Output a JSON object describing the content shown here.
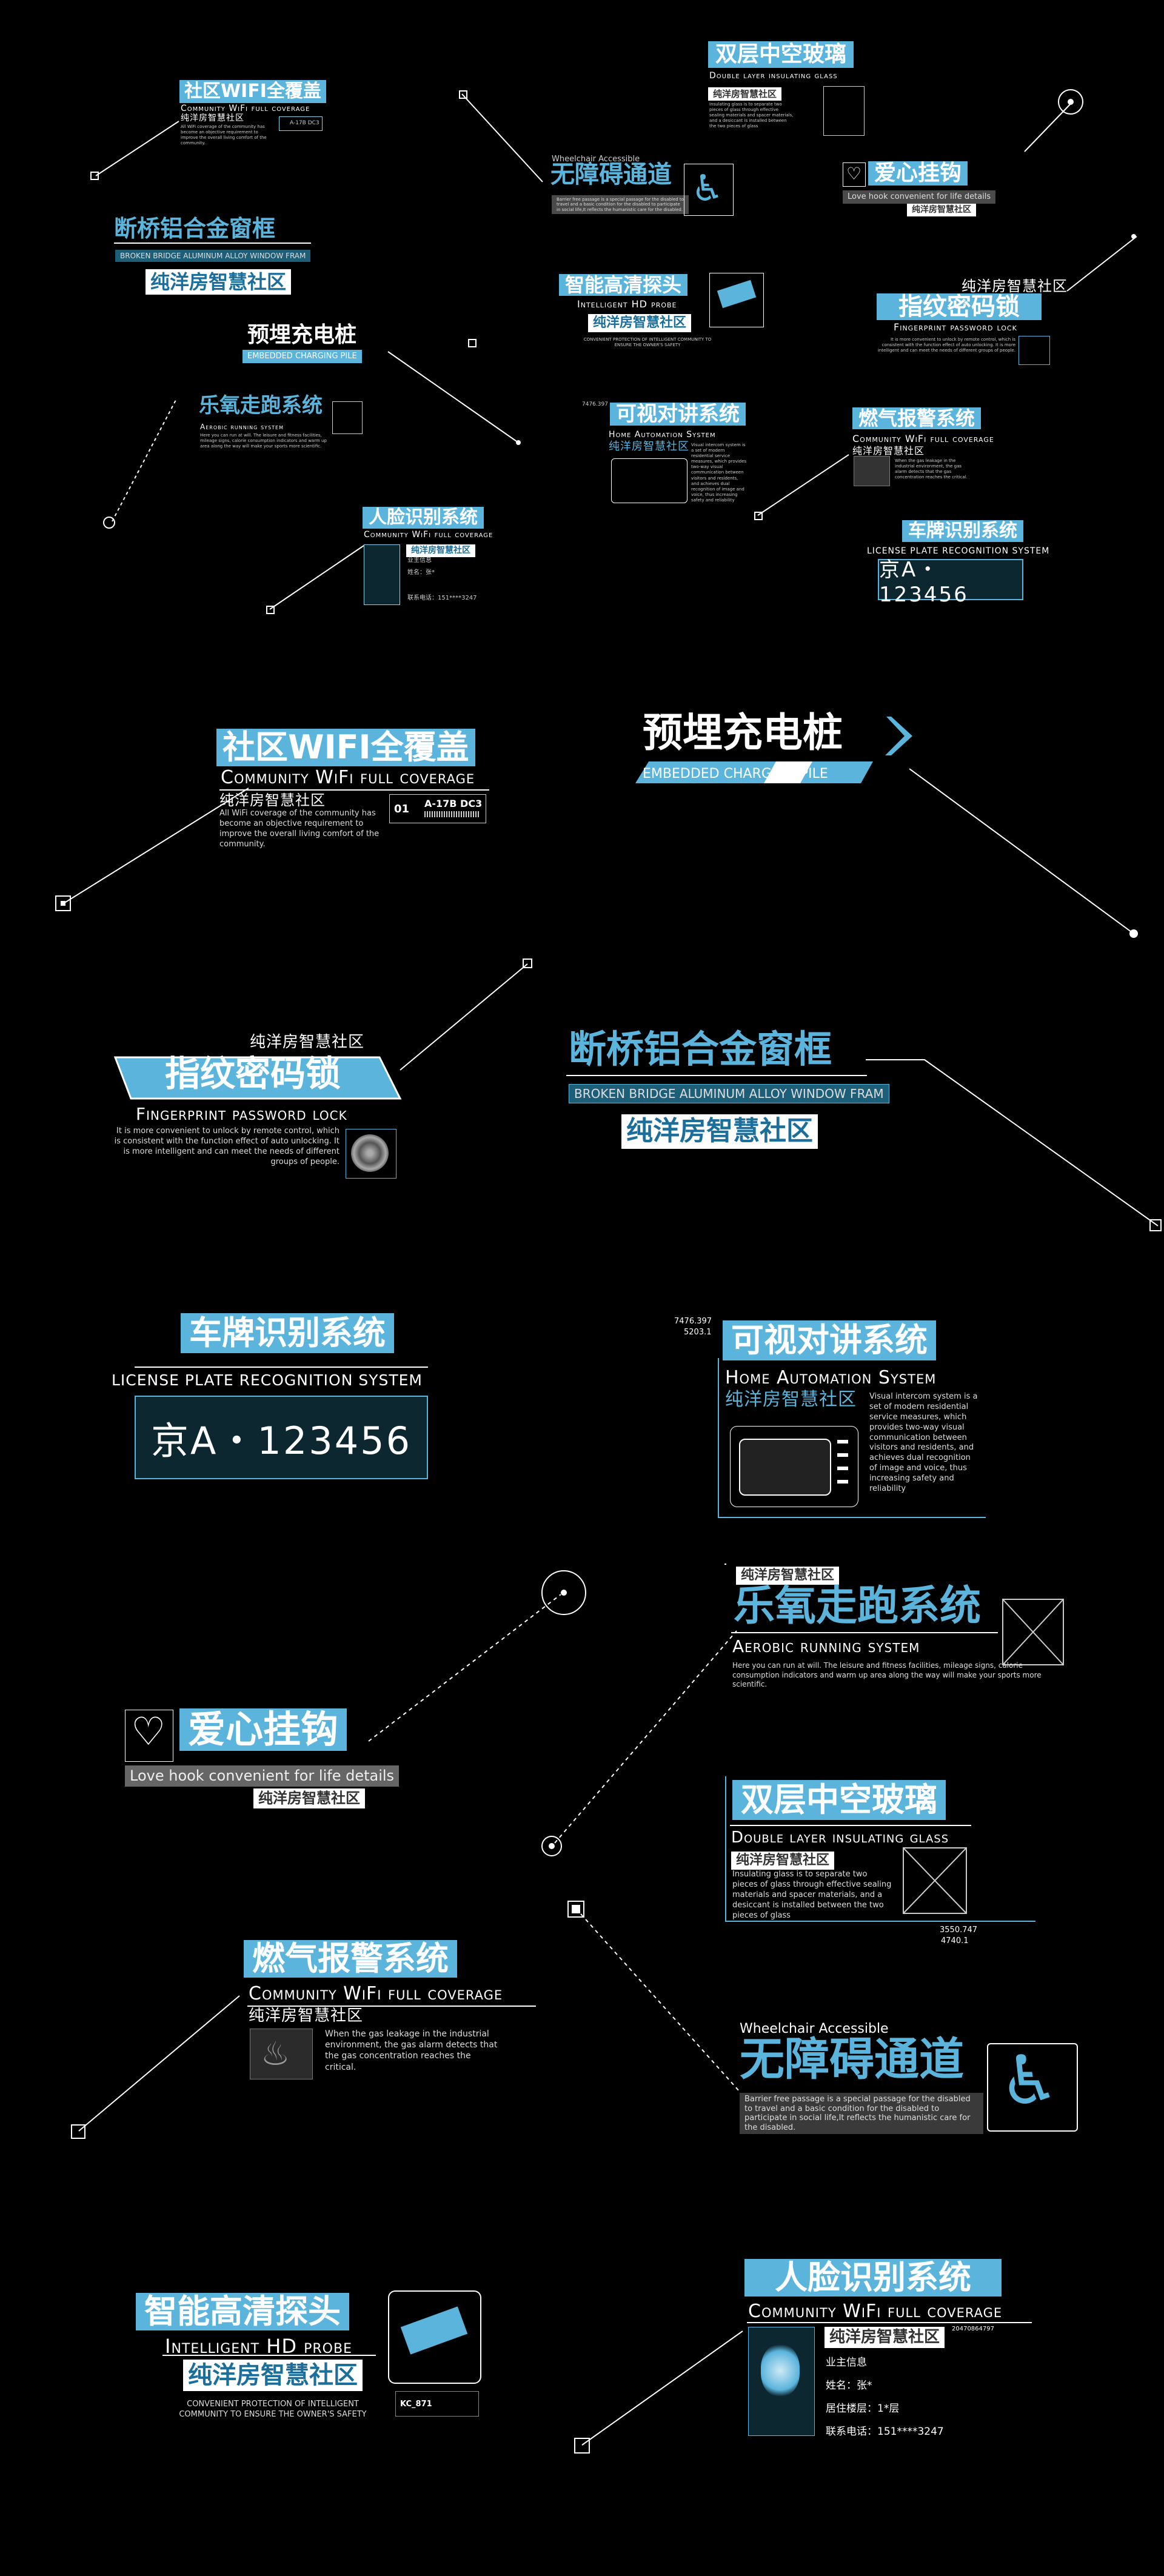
{
  "common": {
    "community_cn": "纯洋房智慧社区",
    "community_wifi_en": "Community WiFi full coverage"
  },
  "wifi": {
    "title": "社区WIFI全覆盖",
    "desc": "All WiFi coverage of the community has become an objective requirement to improve the overall living comfort of the community.",
    "tag_num": "01",
    "tag_code": "A-17B DC3"
  },
  "charging": {
    "title": "预埋充电桩",
    "subtitle": "EMBEDDED CHARGING PILE"
  },
  "fingerprint": {
    "title": "指纹密码锁",
    "en": "Fingerprint password lock",
    "desc": "It is more convenient to unlock by remote control, which is consistent with the function effect of auto unlocking. It is more intelligent and can meet the needs of different groups of people."
  },
  "window": {
    "title": "断桥铝合金窗框",
    "en": "BROKEN BRIDGE ALUMINUM ALLOY WINDOW FRAM"
  },
  "license": {
    "title": "车牌识别系统",
    "en": "LICENSE PLATE RECOGNITION SYSTEM",
    "plate": "京A・123456"
  },
  "intercom": {
    "title": "可视对讲系统",
    "en": "Home Automation System",
    "num1": "7476.397",
    "num2": "5203.1",
    "desc": "Visual intercom system is a set of modern residential service measures, which provides two-way visual communication between visitors and residents, and achieves dual recognition of image and voice, thus increasing safety and reliability"
  },
  "running": {
    "title": "乐氧走跑系统",
    "en": "Aerobic running system",
    "desc": "Here you can run at will. The leisure and fitness facilities, mileage signs, calorie consumption indicators and warm up area along the way will make your sports more scientific."
  },
  "love": {
    "title": "爱心挂钩",
    "en": "Love hook convenient for life details"
  },
  "glass": {
    "title": "双层中空玻璃",
    "en": "Double layer insulating glass",
    "desc": "Insulating glass is to separate two pieces of glass through effective sealing materials and spacer materials, and a desiccant is installed between the two pieces of glass",
    "num1": "3550.747",
    "num2": "4740.1"
  },
  "gas": {
    "title": "燃气报警系统",
    "desc": "When the gas leakage in the industrial environment, the gas alarm detects that the gas concentration reaches the critical."
  },
  "barrier": {
    "label": "Wheelchair Accessible",
    "title": "无障碍通道",
    "desc": "Barrier free passage is a special passage for the disabled to travel and a basic condition for the disabled to participate in social life,It reflects the humanistic care for the disabled."
  },
  "camera": {
    "title": "智能高清探头",
    "en": "Intelligent HD probe",
    "desc": "CONVENIENT PROTECTION OF INTELLIGENT COMMUNITY TO ENSURE THE OWNER'S SAFETY",
    "tag": "KC_871"
  },
  "face": {
    "title": "人脸识别系统",
    "id": "20470864797",
    "info_label": "业主信息",
    "name": "姓名：张*",
    "floor": "居住楼层：1*层",
    "phone": "联系电话：151****3247"
  }
}
